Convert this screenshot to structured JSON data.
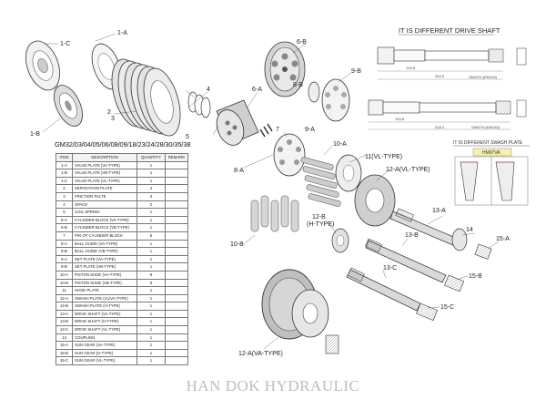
{
  "labels": {
    "l1C": "1-C",
    "l1A": "1-A",
    "l1B": "1-B",
    "l2": "2",
    "l3": "3",
    "l4": "4",
    "l5": "5",
    "l6A": "6-A",
    "l6B": "6-B",
    "l7": "7",
    "l8A": "8-A",
    "l8B": "8-B",
    "l9A": "9-A",
    "l9B": "9-B",
    "l10A": "10-A",
    "l10B": "10-B",
    "l11": "11(VL-TYPE)",
    "l12A_VL": "12-A(VL-TYPE)",
    "l12B": "12-B",
    "l12B_sub": "(H-TYPE)",
    "l13A": "13-A",
    "l13B": "13-B",
    "l13C": "13-C",
    "l14": "14",
    "l15A": "15-A",
    "l15B": "15-B",
    "l15C": "15-C",
    "l12A_VA": "12-A(VA-TYPE)"
  },
  "drive_shaft": {
    "title": "IT IS DIFFERENT DRIVE SHAFT",
    "shaft1_model": "GM07VL(EM140)",
    "shaft2_model": "GM07VL(EM140)",
    "shaft1_len": "263.5",
    "shaft2_len": "318.4"
  },
  "swash_plate": {
    "title": "IT IS DIFFERENT SWASH PLATE",
    "model": "HM07VA"
  },
  "parts": {
    "title": "GM32/03/04/05/06/08/09/18/23/24/28/30/35/38",
    "headers": [
      "ITEM",
      "DESCRIPTION",
      "QUANTITY",
      "REMARK"
    ],
    "rows": [
      [
        "1-A",
        "VALVE PLATE (VA-TYPE)",
        "1",
        ""
      ],
      [
        "1-B",
        "VALVE PLATE (VB-TYPE)",
        "1",
        ""
      ],
      [
        "1-C",
        "VALVE PLATE (VL-TYPE)",
        "1",
        ""
      ],
      [
        "2",
        "SEPARATION PLATE",
        "4",
        ""
      ],
      [
        "3",
        "FRICTION PALTE",
        "3",
        ""
      ],
      [
        "4",
        "SPACE",
        "2",
        ""
      ],
      [
        "5",
        "COIL SPRING",
        "1",
        ""
      ],
      [
        "6-A",
        "CYLINDER BLOCK (VA-TYPE)",
        "1",
        ""
      ],
      [
        "6-B",
        "CYLINDER BLOCK (VB-TYPE)",
        "1",
        ""
      ],
      [
        "7",
        "PIN OF CYLINDER BLOCK",
        "6",
        ""
      ],
      [
        "8-A",
        "BALL GUIDE (VA-TYPE)",
        "1",
        ""
      ],
      [
        "8-B",
        "BALL GUIDE (VB-TYPE)",
        "1",
        ""
      ],
      [
        "9-A",
        "SET PLATE (VA-TYPE)",
        "1",
        ""
      ],
      [
        "9-B",
        "SET PLATE (VB-TYPE)",
        "1",
        ""
      ],
      [
        "10-A",
        "PISTON SHOE (VA-TYPE)",
        "9",
        ""
      ],
      [
        "10-B",
        "PISTON SHOE (VB-TYPE)",
        "9",
        ""
      ],
      [
        "11",
        "SHOE PLATE",
        "1",
        ""
      ],
      [
        "12-A",
        "SWASH PLATE (VL/VA-TYPE)",
        "1",
        ""
      ],
      [
        "12-B",
        "SWASH PLATE (H-TYPE)",
        "1",
        ""
      ],
      [
        "13-A",
        "DRIVE SHAFT (VA-TYPE)",
        "1",
        ""
      ],
      [
        "13-B",
        "DRIVE SHAFT (H-TYPE)",
        "1",
        ""
      ],
      [
        "13-C",
        "DRIVE SHAFT (VL-TYPE)",
        "1",
        ""
      ],
      [
        "14",
        "COUPLING",
        "1",
        ""
      ],
      [
        "15-A",
        "SUN GEAR (VA-TYPE)",
        "1",
        ""
      ],
      [
        "15-B",
        "SUN GEAR (H-TYPE)",
        "1",
        ""
      ],
      [
        "15-C",
        "SUN GEAR (VL-TYPE)",
        "1",
        ""
      ]
    ]
  },
  "brand": "HAN DOK HYDRAULIC"
}
